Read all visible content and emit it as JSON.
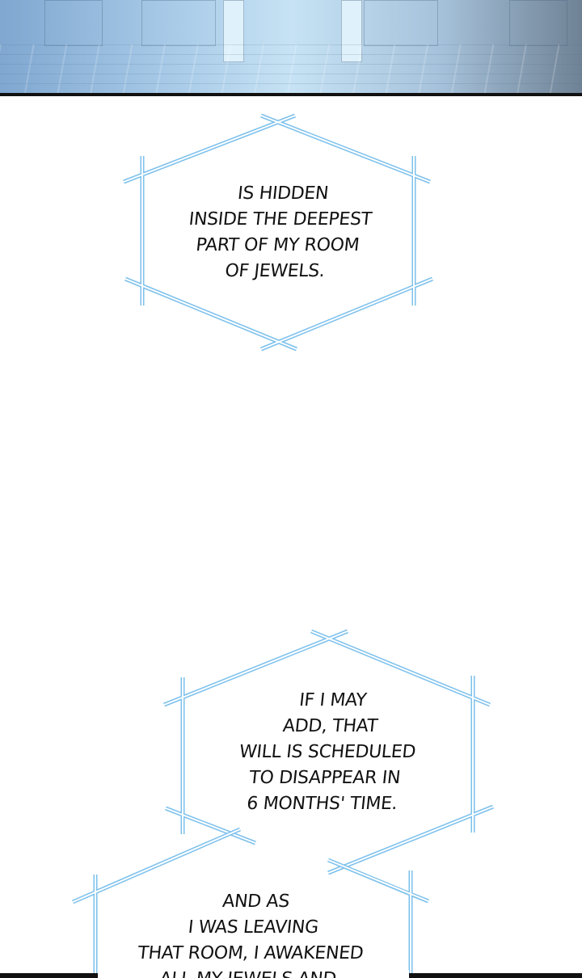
{
  "bubble_1": {
    "lines": [
      "IS HIDDEN",
      "INSIDE THE DEEPEST",
      "PART OF MY ROOM",
      "OF JEWELS."
    ]
  },
  "bubble_2": {
    "lines": [
      "IF I MAY",
      "ADD, THAT",
      "WILL IS SCHEDULED",
      "TO DISAPPEAR IN",
      "6 MONTHS' TIME."
    ]
  },
  "bubble_3": {
    "lines": [
      "AND AS",
      "I WAS LEAVING",
      "THAT ROOM, I AWAKENED",
      "ALL MY JEWELS AND"
    ]
  },
  "colors": {
    "bubble_stroke": "#7cc0ec",
    "text": "#111111",
    "panel_border": "#111111"
  }
}
